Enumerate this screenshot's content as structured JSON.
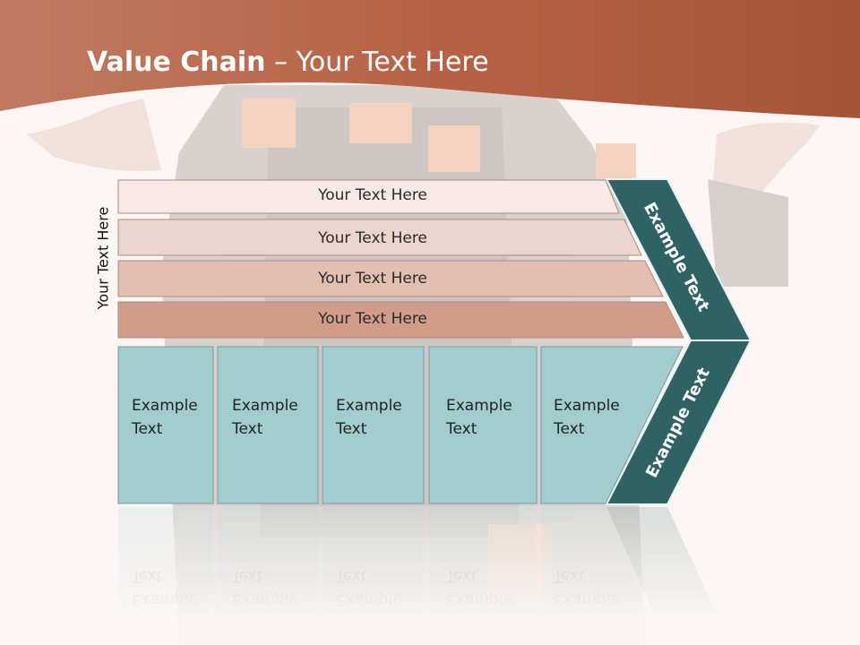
{
  "slide": {
    "title_bold": "Value Chain",
    "title_rest": " – Your Text Here",
    "side_label": "Your Text Here",
    "rows": [
      {
        "label": "Your Text Here",
        "color": "#f6e9e6"
      },
      {
        "label": "Your Text Here",
        "color": "#ecd5cc"
      },
      {
        "label": "Your Text Here",
        "color": "#e2bfb0"
      },
      {
        "label": "Your Text Here",
        "color": "#d29d88"
      }
    ],
    "boxes": [
      {
        "line1": "Example",
        "line2": "Text"
      },
      {
        "line1": "Example",
        "line2": "Text"
      },
      {
        "line1": "Example",
        "line2": "Text"
      },
      {
        "line1": "Example",
        "line2": "Text"
      },
      {
        "line1": "Example",
        "line2": "Text"
      }
    ],
    "chevron_top": "Example Text",
    "chevron_bottom": "Example Text"
  },
  "colors": {
    "header": "#b86245",
    "box_fill": "#a2cdcf",
    "chevron": "#2f6264"
  }
}
